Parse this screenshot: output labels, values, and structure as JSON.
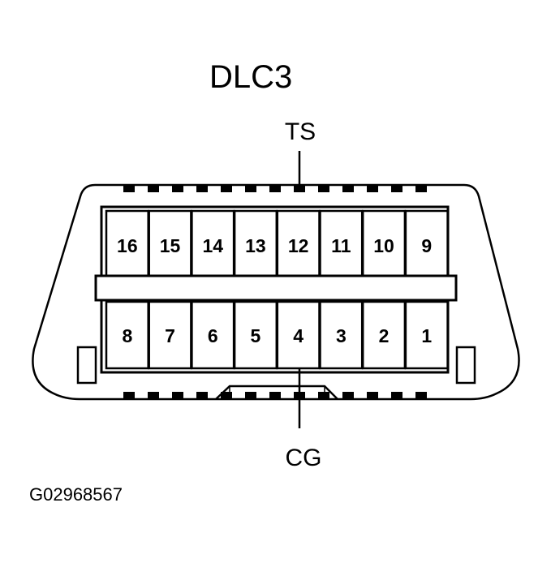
{
  "connector": {
    "title": "DLC3",
    "top_row_pins": [
      "16",
      "15",
      "14",
      "13",
      "12",
      "11",
      "10",
      "9"
    ],
    "bottom_row_pins": [
      "8",
      "7",
      "6",
      "5",
      "4",
      "3",
      "2",
      "1"
    ]
  },
  "callouts": {
    "ts_label": "TS",
    "cg_label": "CG"
  },
  "figure_code": "G02968567"
}
